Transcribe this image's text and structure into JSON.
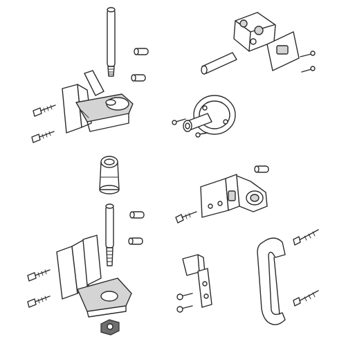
{
  "figure": {
    "background": "#ffffff",
    "line_color": "#2a2a2a",
    "shade_color": "#d4d4d4",
    "dark_color": "#6e6e6e"
  },
  "parts": [
    {
      "name": "top-hinge-pin"
    },
    {
      "name": "top-hinge-bracket"
    },
    {
      "name": "latch-assembly"
    },
    {
      "name": "door-stop-bumper"
    },
    {
      "name": "bottom-hinge-sleeve"
    },
    {
      "name": "bottom-hinge-bracket"
    },
    {
      "name": "wall-keeper-bracket"
    },
    {
      "name": "strike-angle-bracket"
    },
    {
      "name": "door-pull-handle"
    },
    {
      "name": "hex-nut"
    }
  ]
}
